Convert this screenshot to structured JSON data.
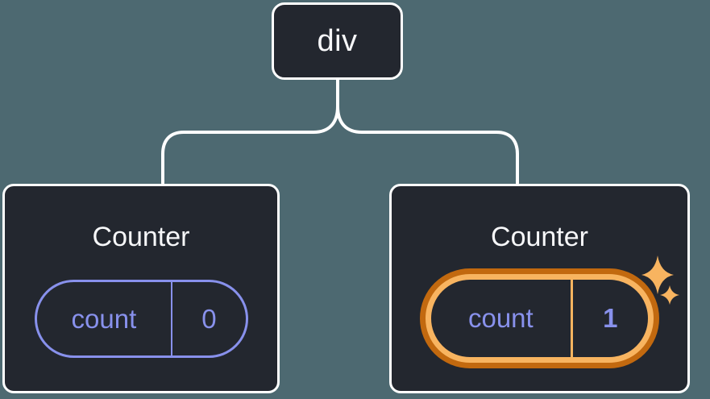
{
  "page": {
    "background_color": "#4D6971",
    "description": "React component tree diagram: a div parent with two Counter children; the second Counter's count state was updated to 1 (highlighted in orange with sparkles)."
  },
  "tree": {
    "root": {
      "label": "div"
    },
    "children": [
      {
        "title": "Counter",
        "state_key": "count",
        "state_value": "0",
        "highlighted": false
      },
      {
        "title": "Counter",
        "state_key": "count",
        "state_value": "1",
        "highlighted": true
      }
    ]
  },
  "icons": {
    "sparkle_large": "sparkle-star",
    "sparkle_small": "sparkle-star"
  },
  "colors": {
    "node_fill": "#23272F",
    "node_border": "#FFFFFF",
    "connector": "#FFFFFF",
    "state_purple": "#8891EC",
    "highlight_ring_outer": "#C2690F",
    "highlight_ring_inner": "#F8B460",
    "sparkle": "#F8B460",
    "text": "#F6F7F9"
  }
}
